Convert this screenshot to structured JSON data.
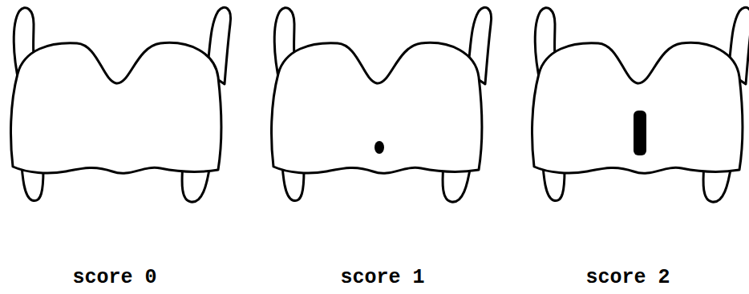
{
  "diagram": {
    "labels": [
      "score 0",
      "score 1",
      "score 2"
    ]
  }
}
